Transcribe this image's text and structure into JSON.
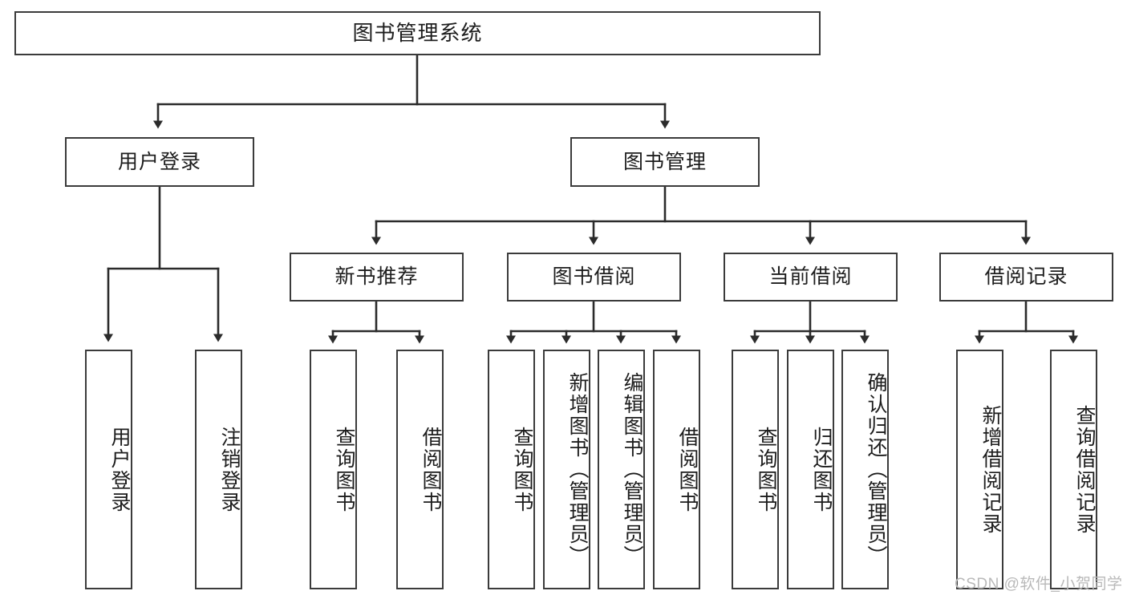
{
  "diagram": {
    "type": "tree",
    "title": "图书管理系统",
    "orientation": "top-down",
    "colors": {
      "box_border": "#3b3b3b",
      "box_fill": "#ffffff",
      "edge": "#2b2b2b",
      "text": "#1d1d1d",
      "watermark": "#b9b9b9",
      "background": "#ffffff"
    }
  },
  "root": {
    "label": "图书管理系统"
  },
  "level2": [
    {
      "label": "用户登录"
    },
    {
      "label": "图书管理"
    }
  ],
  "level3": [
    {
      "label": "新书推荐"
    },
    {
      "label": "图书借阅"
    },
    {
      "label": "当前借阅"
    },
    {
      "label": "借阅记录"
    }
  ],
  "leaves": {
    "user_login": [
      {
        "label": "用户登录"
      },
      {
        "label": "注销登录"
      }
    ],
    "new_book_recommend": [
      {
        "label": "查询图书"
      },
      {
        "label": "借阅图书"
      }
    ],
    "book_borrow": [
      {
        "label": "查询图书"
      },
      {
        "label": "新增图书（管理员）"
      },
      {
        "label": "编辑图书（管理员）"
      },
      {
        "label": "借阅图书"
      }
    ],
    "current_borrow": [
      {
        "label": "查询图书"
      },
      {
        "label": "归还图书"
      },
      {
        "label": "确认归还（管理员）"
      }
    ],
    "borrow_record": [
      {
        "label": "新增借阅记录"
      },
      {
        "label": "查询借阅记录"
      }
    ]
  },
  "watermark": {
    "text": "CSDN @软件_小贺同学"
  }
}
